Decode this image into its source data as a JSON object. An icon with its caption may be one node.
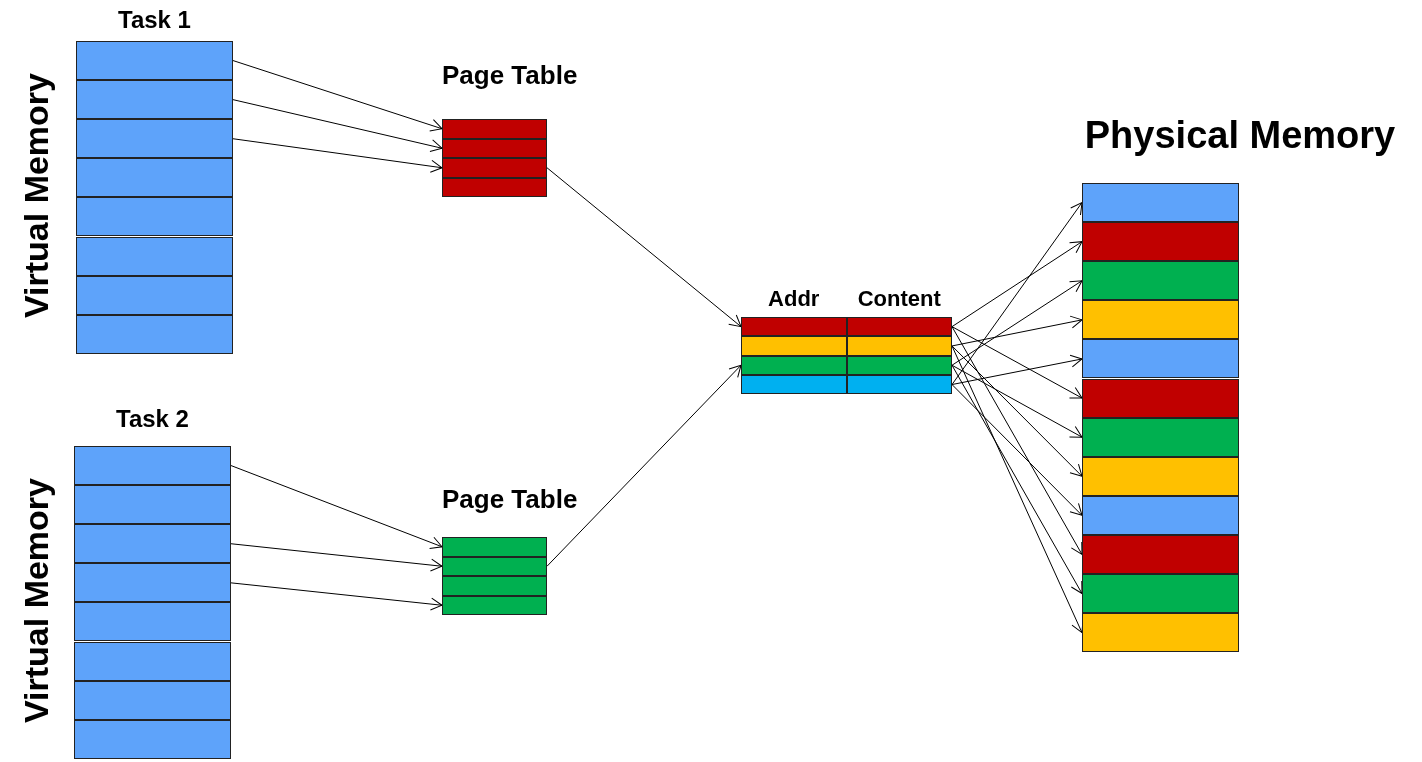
{
  "diagram": {
    "nodes": [
      {
        "text": [
          "Task 1"
        ]
      },
      {
        "text": [],
        "shape": "box",
        "in": 0
      },
      {
        "text": [],
        "shape": "box",
        "in": 0
      },
      {
        "text": [],
        "shape": "box",
        "in": 0
      },
      {
        "text": [],
        "shape": "box",
        "in": 0
      },
      {
        "text": [],
        "shape": "box",
        "in": 0
      },
      {
        "text": [],
        "shape": "box",
        "in": 0
      },
      {
        "text": [],
        "shape": "box",
        "in": 0
      },
      {
        "text": [],
        "shape": "box",
        "in": 0
      },
      {
        "text": [
          "Page Table"
        ]
      },
      {
        "text": [],
        "shape": "box",
        "in": 9
      },
      {
        "text": [],
        "shape": "box",
        "in": 9
      },
      {
        "text": [],
        "shape": "box",
        "in": 9
      },
      {
        "text": [],
        "shape": "box",
        "in": 9
      },
      {
        "text": [
          "Addr",
          "Content"
        ]
      },
      {
        "text": [],
        "shape": "box",
        "in": 14
      },
      {
        "text": [],
        "shape": "box",
        "in": 14
      },
      {
        "text": [],
        "shape": "box",
        "in": 14
      },
      {
        "text": [],
        "shape": "box",
        "in": 14
      },
      {
        "text": [],
        "shape": "box",
        "in": 14
      },
      {
        "text": [],
        "shape": "box",
        "in": 14
      },
      {
        "text": [],
        "shape": "box",
        "in": 14
      },
      {
        "text": [],
        "shape": "box",
        "in": 14
      },
      {
        "text": [
          "Physical Memory"
        ]
      },
      {
        "text": [],
        "shape": "box",
        "in": 23
      },
      {
        "text": [],
        "shape": "box",
        "in": 23
      },
      {
        "text": [],
        "shape": "box",
        "in": 23
      },
      {
        "text": [],
        "shape": "box",
        "in": 23
      },
      {
        "text": [],
        "shape": "box",
        "in": 23
      },
      {
        "text": [],
        "shape": "box",
        "in": 23
      },
      {
        "text": [],
        "shape": "box",
        "in": 23
      },
      {
        "text": [],
        "shape": "box",
        "in": 23
      },
      {
        "text": [],
        "shape": "box",
        "in": 23
      },
      {
        "text": [],
        "shape": "box",
        "in": 23
      },
      {
        "text": [],
        "shape": "box",
        "in": 23
      },
      {
        "text": [],
        "shape": "box",
        "in": 23
      },
      {
        "text": [
          "Task 2"
        ]
      },
      {
        "text": [],
        "shape": "box",
        "in": 36
      },
      {
        "text": [],
        "shape": "box",
        "in": 36
      },
      {
        "text": [],
        "shape": "box",
        "in": 36
      },
      {
        "text": [],
        "shape": "box",
        "in": 36
      },
      {
        "text": [],
        "shape": "box",
        "in": 36
      },
      {
        "text": [],
        "shape": "box",
        "in": 36
      },
      {
        "text": [],
        "shape": "box",
        "in": 36
      },
      {
        "text": [],
        "shape": "box",
        "in": 36
      },
      {
        "text": [
          "Page Table"
        ]
      },
      {
        "text": [],
        "shape": "box",
        "in": 45
      },
      {
        "text": [],
        "shape": "box",
        "in": 45
      },
      {
        "text": [],
        "shape": "box",
        "in": 45
      },
      {
        "text": [],
        "shape": "box",
        "in": 45
      }
    ],
    "edges": [
      {
        "from": 1,
        "to": 10,
        "arrow": "to"
      },
      {
        "from": 2,
        "to": 11,
        "arrow": "to"
      },
      {
        "from": 3,
        "to": 12,
        "arrow": "to"
      },
      {
        "from": 37,
        "to": 46,
        "arrow": "to"
      },
      {
        "from": 39,
        "to": 47,
        "arrow": "to"
      },
      {
        "from": 40,
        "to": 49,
        "arrow": "to"
      },
      {
        "from": 12,
        "to": 15,
        "arrow": "to"
      },
      {
        "from": 47,
        "to": 19,
        "arrow": "to"
      },
      {
        "from": 22,
        "to": 24,
        "arrow": "to"
      },
      {
        "from": 16,
        "to": 25,
        "arrow": "to"
      },
      {
        "from": 20,
        "to": 26,
        "arrow": "to"
      },
      {
        "from": 18,
        "to": 27,
        "arrow": "to"
      },
      {
        "from": 22,
        "to": 28,
        "arrow": "to"
      },
      {
        "from": 16,
        "to": 29,
        "arrow": "to"
      },
      {
        "from": 20,
        "to": 30,
        "arrow": "to"
      },
      {
        "from": 18,
        "to": 31,
        "arrow": "to"
      },
      {
        "from": 22,
        "to": 32,
        "arrow": "to"
      },
      {
        "from": 16,
        "to": 33,
        "arrow": "to"
      },
      {
        "from": 20,
        "to": 34,
        "arrow": "to"
      },
      {
        "from": 18,
        "to": 35,
        "arrow": "to"
      }
    ],
    "labels": [
      "Virtual Memory",
      "Virtual Memory"
    ]
  }
}
